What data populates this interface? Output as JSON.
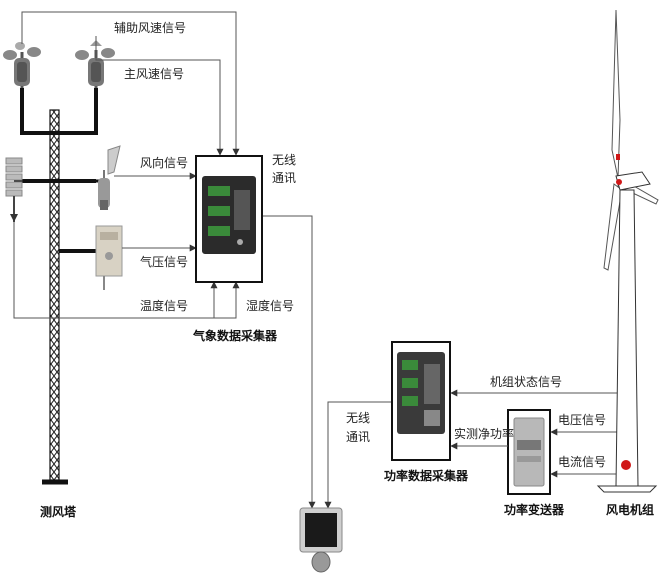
{
  "labels": {
    "aux_wind_speed": "辅助风速信号",
    "main_wind_speed": "主风速信号",
    "wind_direction": "风向信号",
    "pressure": "气压信号",
    "temperature": "温度信号",
    "humidity": "湿度信号",
    "wireless_1": [
      "无线",
      "通讯"
    ],
    "wireless_2": [
      "无线",
      "通讯"
    ],
    "weather_logger": "气象数据采集器",
    "tower": "测风塔",
    "unit_status": "机组状态信号",
    "net_power": "实测净功率",
    "voltage": "电压信号",
    "current": "电流信号",
    "power_logger": "功率数据采集器",
    "power_transmitter": "功率变送器",
    "turbine": "风电机组"
  },
  "colors": {
    "wire": "#555555",
    "tower_black": "#111111",
    "device_green": "#3a8a3a",
    "turbine_red": "#d01818"
  }
}
